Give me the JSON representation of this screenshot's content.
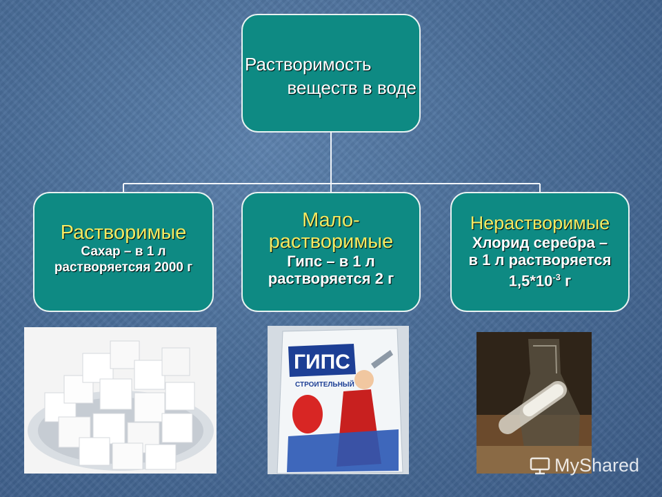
{
  "root": {
    "line1": "Растворимость",
    "line2": "веществ в воде"
  },
  "categories": [
    {
      "heading": "Растворимые",
      "lines": [
        "Сахар – в 1 л",
        "растворяетсяя 2000 г"
      ]
    },
    {
      "heading_lines": [
        "Мало-",
        "растворимые"
      ],
      "lines": [
        "Гипс – в 1 л",
        "растворяется 2 г"
      ]
    },
    {
      "heading": "Нерастворимые",
      "lines": [
        "Хлорид серебра –",
        "в 1 л растворяется"
      ],
      "value_base": "1,5*10",
      "value_exp": "-3",
      "value_unit": " г"
    }
  ],
  "photos": {
    "bag_label": "ГИПС",
    "bag_sub": "СТРОИТЕЛЬНЫЙ"
  },
  "watermark": {
    "text": "MyShared"
  },
  "colors": {
    "box_fill": "#0e8a83",
    "heading_yellow": "#f4ea62",
    "background": "#4a6d98"
  }
}
